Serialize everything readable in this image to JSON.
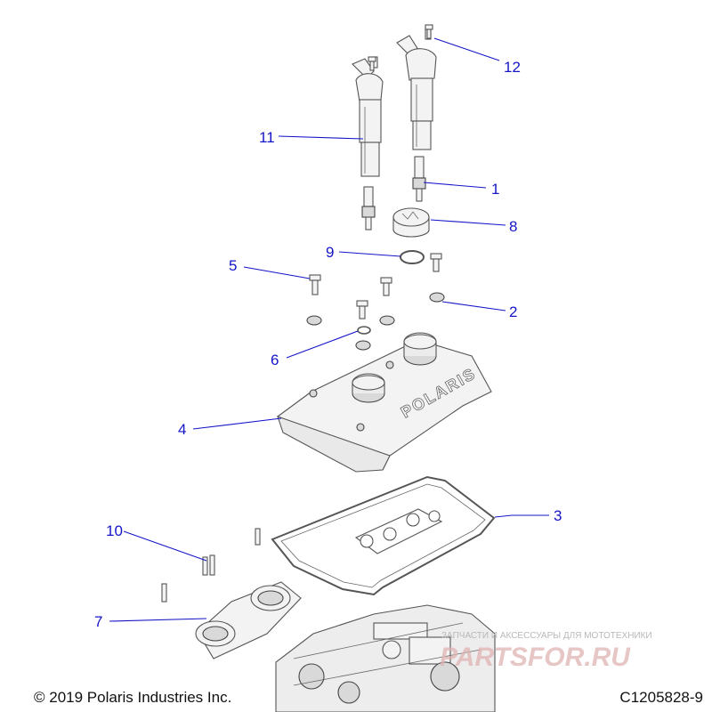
{
  "callouts": [
    "1",
    "2",
    "3",
    "4",
    "5",
    "6",
    "7",
    "8",
    "9",
    "10",
    "11",
    "12"
  ],
  "copyright": "© 2019 Polaris Industries Inc.",
  "diagram_code": "C1205828-9",
  "watermark": {
    "line1": "ЗАПЧАСТИ И АКСЕССУАРЫ ДЛЯ МОТОТЕХНИКИ",
    "line2": "PARTSFOR.RU"
  },
  "cover_embossing": "POLARIS",
  "colors": {
    "callout": "#1515c8",
    "watermark": "#e0b3b3"
  }
}
